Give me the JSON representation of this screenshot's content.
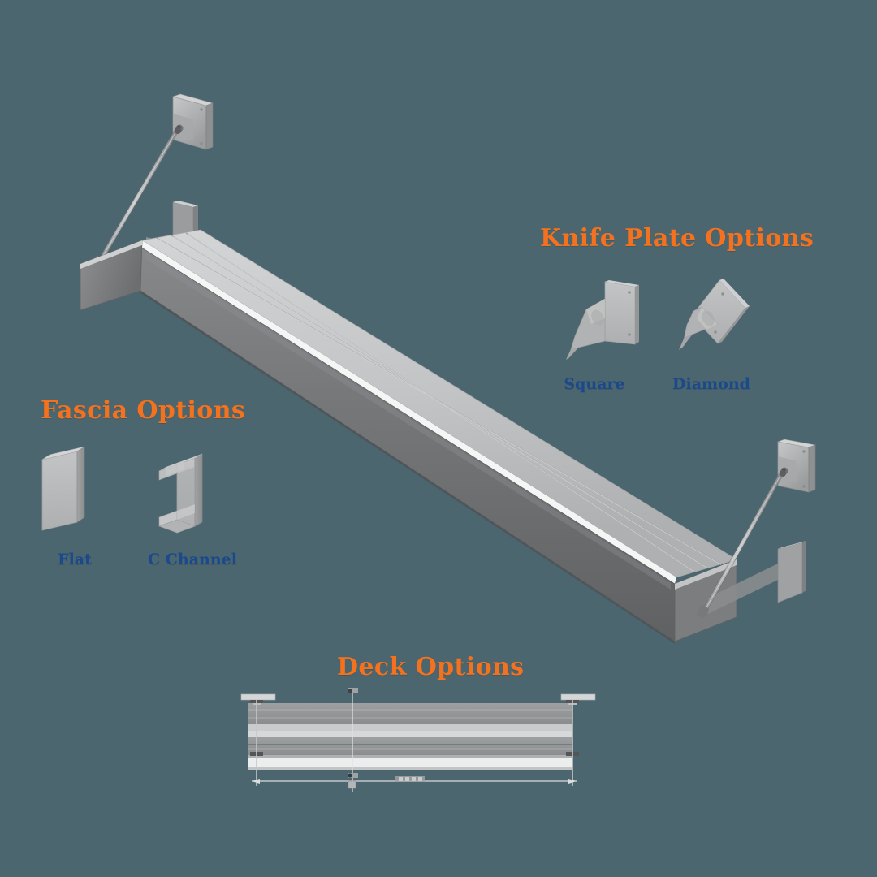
{
  "background_color": "#4c6670",
  "accent_color": "#f4721e",
  "label_color": "#1b4a8c",
  "metal_colors": {
    "deck_light": "#c9cbcc",
    "deck_mid": "#b3b5b6",
    "fascia_dark": "#6f7173",
    "highlight": "#f2f3f3",
    "part_face": "#b9babb",
    "part_side": "#9a9c9d",
    "part_top": "#cfd0d1"
  },
  "sections": {
    "knife_plate": {
      "title": "Knife Plate Options",
      "options": [
        {
          "label": "Square",
          "shape": "square-plate"
        },
        {
          "label": "Diamond",
          "shape": "diamond-plate"
        }
      ]
    },
    "fascia": {
      "title": "Fascia Options",
      "options": [
        {
          "label": "Flat",
          "shape": "flat-bar"
        },
        {
          "label": "C Channel",
          "shape": "c-channel"
        }
      ]
    },
    "deck": {
      "title": "Deck Options",
      "drawing": {
        "view": "elevation",
        "slat_count": 4,
        "has_dimension_lines": true
      }
    }
  },
  "main_assembly": {
    "name": "Cantilevered slatted shelf with cable supports",
    "components": [
      "wall-mount-plate-upper-left",
      "support-cable-left",
      "knife-plate-bracket-left",
      "shelf-body",
      "slatted-deck",
      "front-fascia",
      "knife-plate-bracket-right",
      "support-cable-right",
      "wall-mount-plate-upper-right"
    ]
  }
}
